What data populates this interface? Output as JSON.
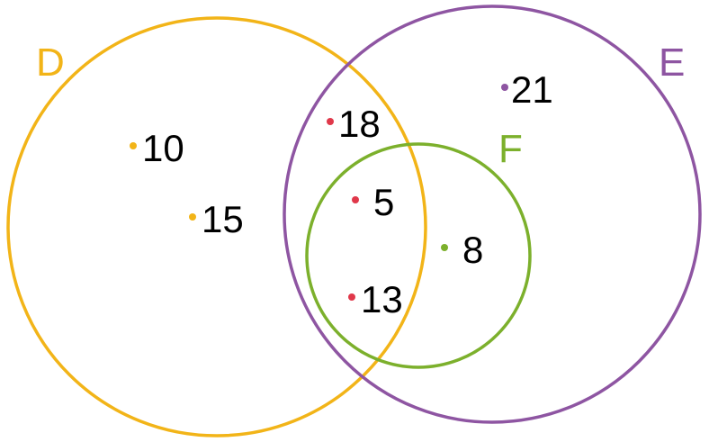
{
  "sets": [
    {
      "id": "D",
      "label": "D",
      "color": "#F2B418"
    },
    {
      "id": "E",
      "label": "E",
      "color": "#8E55A2"
    },
    {
      "id": "F",
      "label": "F",
      "color": "#7CB02C"
    }
  ],
  "elements": [
    {
      "value": "10",
      "region": "D only",
      "dot_color": "#F2B418"
    },
    {
      "value": "15",
      "region": "D only",
      "dot_color": "#F2B418"
    },
    {
      "value": "18",
      "region": "D and E",
      "dot_color": "#E0384A"
    },
    {
      "value": "5",
      "region": "D, E and F",
      "dot_color": "#E0384A"
    },
    {
      "value": "13",
      "region": "D, E and F",
      "dot_color": "#E0384A"
    },
    {
      "value": "8",
      "region": "E and F",
      "dot_color": "#7CB02C"
    },
    {
      "value": "21",
      "region": "E only",
      "dot_color": "#8E55A2"
    }
  ]
}
